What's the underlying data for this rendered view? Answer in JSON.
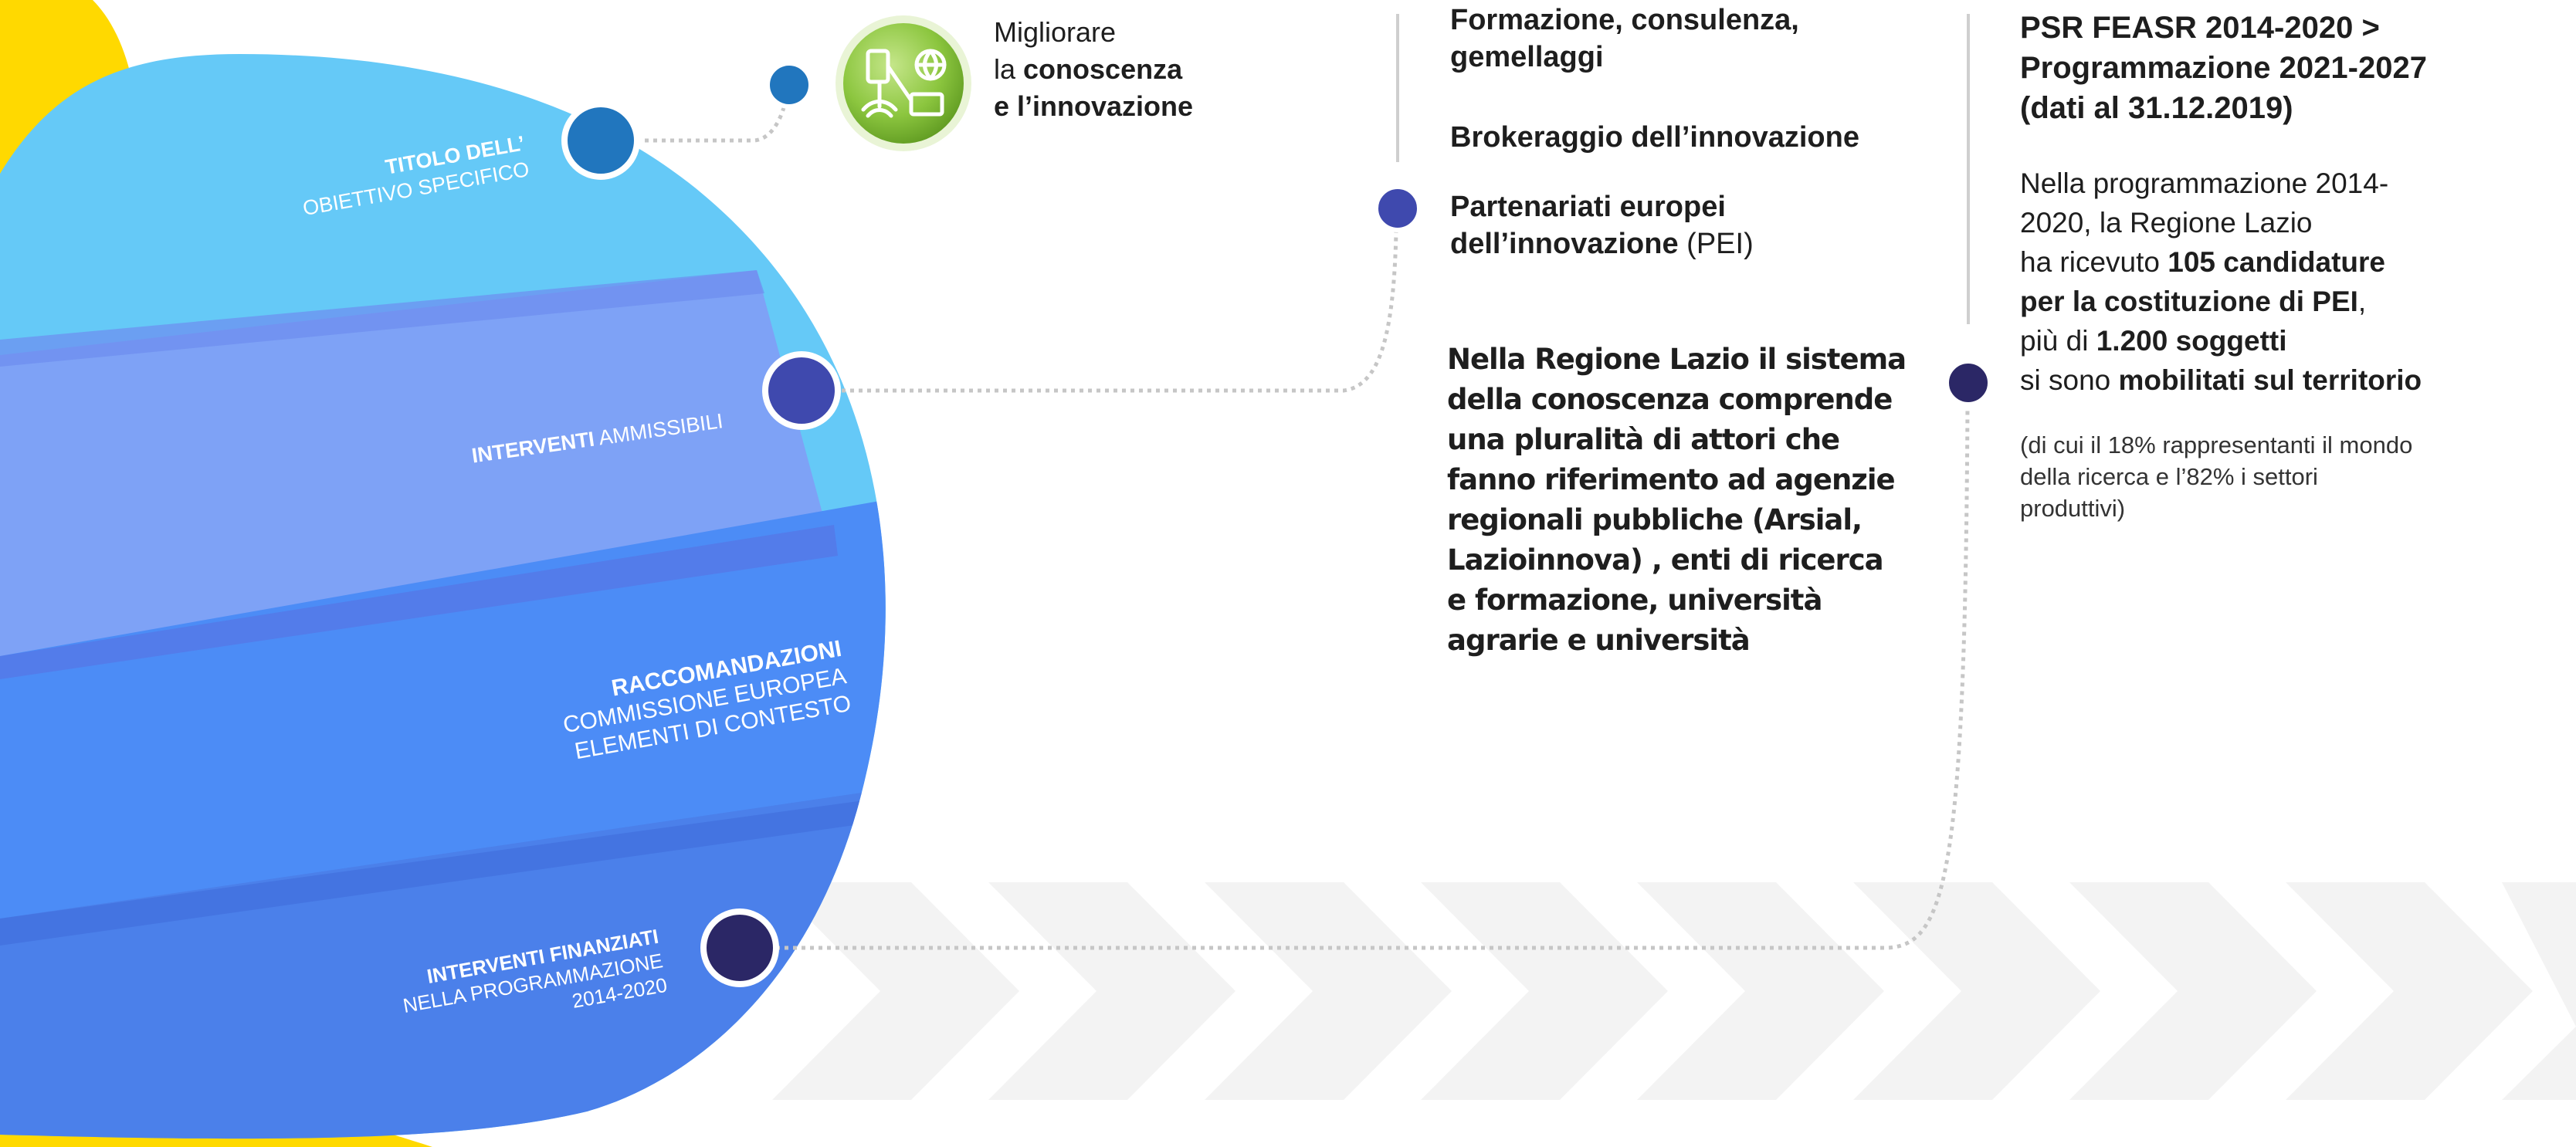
{
  "colors": {
    "yellow": "#ffd900",
    "band_light": "#65c9f7",
    "band_periwinkle": "#7ea2f6",
    "band_royal": "#4c8cf6",
    "band_deep": "#4b80ea",
    "dot_top": "#2176be",
    "dot_mid": "#3f49ae",
    "dot_bottom": "#2b2766",
    "connector": "#c6c6c6",
    "icon_green": "#8cc63f"
  },
  "bands": {
    "titolo": {
      "line1": "TITOLO DELL’",
      "line2": "OBIETTIVO SPECIFICO"
    },
    "interventi": {
      "bold": "INTERVENTI",
      "normal": "AMMISSIBILI"
    },
    "raccomandazioni": {
      "line1": "RACCOMANDAZIONI",
      "line2": "COMMISSIONE EUROPEA",
      "line3": "ELEMENTI DI CONTESTO"
    },
    "finanziati": {
      "line1": "INTERVENTI FINANZIATI",
      "line2": "NELLA PROGRAMMAZIONE",
      "line3": "2014-2020"
    }
  },
  "goal": {
    "icon": "innovation-network-icon",
    "line1": "Migliorare",
    "line2_prefix": "la ",
    "line2_bold": "conoscenza",
    "line3": "e l’innovazione"
  },
  "interventions": {
    "item1_line1": "Formazione, consulenza,",
    "item1_line2": "gemellaggi",
    "item2": "Brokeraggio dell’innovazione",
    "item3_line1": "Partenariati europei",
    "item3_line2_bold": "dell’innovazione",
    "item3_line2_rest": " (PEI)"
  },
  "knowledge_system": "Nella Regione Lazio il sistema della conoscenza comprende una pluralità di attori che fanno riferimento ad agenzie regionali pubbliche (Arsial, Lazioinnova) , enti di ricerca e formazione, università agrarie e università",
  "psr": {
    "title_line1": "PSR FEASR 2014-2020 >",
    "title_line2": "Programmazione 2021-2027",
    "title_line3": "(dati al 31.12.2019)",
    "body": {
      "l1": "Nella programmazione 2014-",
      "l2": "2020, la Regione Lazio",
      "l3_prefix": "ha ricevuto ",
      "l3_bold": "105 candidature",
      "l4_bold": "per la costituzione di PEI",
      "l4_rest": ",",
      "l5_prefix": "più di ",
      "l5_bold": "1.200 soggetti",
      "l6_prefix": "si sono ",
      "l6_bold": "mobilitati sul territorio"
    },
    "note_l1": "(di cui il 18% rappresentanti il mondo",
    "note_l2": "della ricerca e l’82% i settori",
    "note_l3": "produttivi)"
  }
}
